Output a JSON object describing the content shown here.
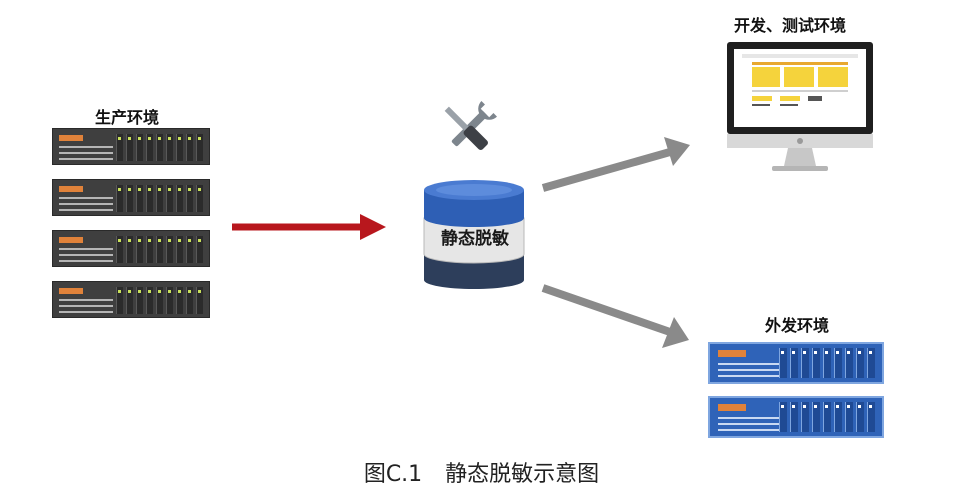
{
  "labels": {
    "production": "生产环境",
    "dev_test": "开发、测试环境",
    "external": "外发环境",
    "database": "静态脱敏"
  },
  "caption": {
    "number": "图C.1",
    "title": "静态脱敏示意图"
  },
  "colors": {
    "prod_arrow": "#b8171d",
    "out_arrow": "#8a8a8a",
    "server_dark": "#3f3f3f",
    "server_blue": "#2f63b8",
    "db_blue": "#2e5fb5",
    "db_navy": "#2d3e5b",
    "accent_orange": "#e0823a",
    "monitor_yellow": "#f5d33c"
  },
  "icons": {
    "tools": "wrench-screwdriver-icon",
    "monitor": "monitor-icon"
  }
}
